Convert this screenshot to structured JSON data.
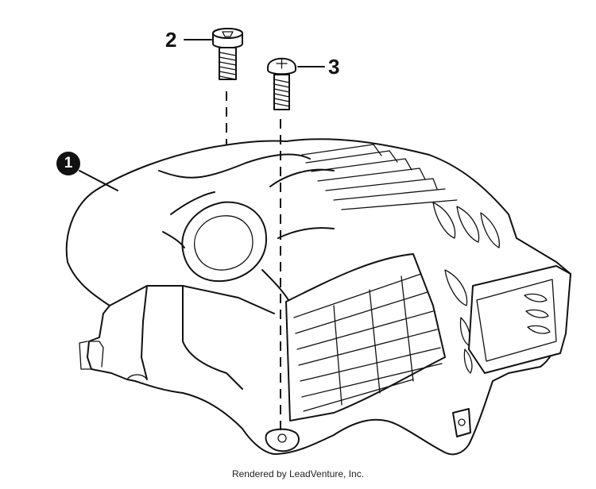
{
  "callouts": [
    {
      "id": "1",
      "part": "engine-cover"
    },
    {
      "id": "2",
      "part": "socket-head-screw"
    },
    {
      "id": "3",
      "part": "pan-head-screw"
    }
  ],
  "footer": {
    "text": "Rendered by LeadVenture, Inc."
  },
  "colors": {
    "line": "#111111",
    "background": "#ffffff"
  }
}
